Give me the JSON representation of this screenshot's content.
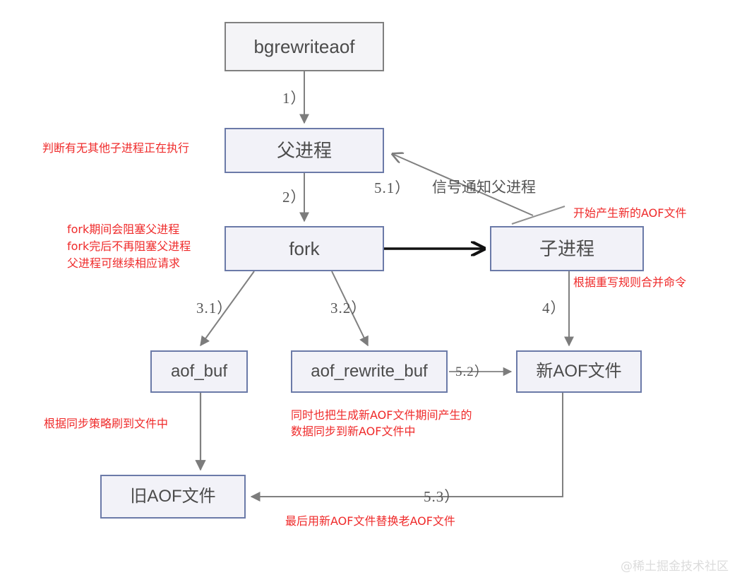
{
  "diagram": {
    "title": "Redis AOF rewrite (bgrewriteaof) flow",
    "colors": {
      "node_fill": "#f2f2f8",
      "node_border": "#6b7aa8",
      "node_border_gray": "#808080",
      "edge": "#808080",
      "edge_bold": "#111111",
      "annotation_red": "#ef2a2a",
      "label_gray": "#555555",
      "watermark": "#dcdcdc",
      "background": "#ffffff"
    },
    "nodes": [
      {
        "id": "bgrewriteaof",
        "label": "bgrewriteaof"
      },
      {
        "id": "parent_process",
        "label": "父进程"
      },
      {
        "id": "fork",
        "label": "fork"
      },
      {
        "id": "child_process",
        "label": "子进程"
      },
      {
        "id": "aof_buf",
        "label": "aof_buf"
      },
      {
        "id": "aof_rewrite_buf",
        "label": "aof_rewrite_buf"
      },
      {
        "id": "new_aof_file",
        "label": "新AOF文件"
      },
      {
        "id": "old_aof_file",
        "label": "旧AOF文件"
      }
    ],
    "step_labels": [
      {
        "id": "step1",
        "text": "1）"
      },
      {
        "id": "step2",
        "text": "2）"
      },
      {
        "id": "step3_1",
        "text": "3.1）"
      },
      {
        "id": "step3_2",
        "text": "3.2）"
      },
      {
        "id": "step4",
        "text": "4）"
      },
      {
        "id": "step5_1",
        "text": "5.1）"
      },
      {
        "id": "step5_2",
        "text": "5.2）"
      },
      {
        "id": "step5_3",
        "text": "5.3）"
      }
    ],
    "edge_labels": [
      {
        "id": "signal_parent",
        "text": "信号通知父进程"
      }
    ],
    "annotations": [
      {
        "id": "check-other-child-process",
        "text": "判断有无其他子进程正在执行"
      },
      {
        "id": "fork-blocking-note",
        "text": "fork期间会阻塞父进程\nfork完后不再阻塞父进程\n父进程可继续相应请求"
      },
      {
        "id": "start-new-aof",
        "text": "开始产生新的AOF文件"
      },
      {
        "id": "merge-by-rewrite-rules",
        "text": "根据重写规则合并命令"
      },
      {
        "id": "flush-by-sync-policy",
        "text": "根据同步策略刷到文件中"
      },
      {
        "id": "sync-during-rewrite",
        "text": "同时也把生成新AOF文件期间产生的\n数据同步到新AOF文件中"
      },
      {
        "id": "replace-old-aof",
        "text": "最后用新AOF文件替换老AOF文件"
      }
    ],
    "watermark": {
      "text": "@稀土掘金技术社区"
    }
  }
}
